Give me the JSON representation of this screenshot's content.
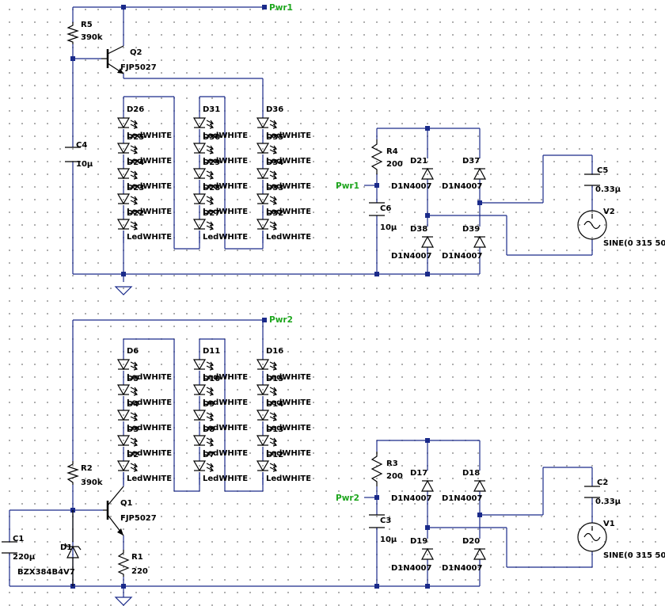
{
  "nets": {
    "pwr1": "Pwr1",
    "pwr2": "Pwr2"
  },
  "top": {
    "r5": {
      "ref": "R5",
      "val": "390k"
    },
    "q2": {
      "ref": "Q2",
      "val": "FJP5027"
    },
    "c4": {
      "ref": "C4",
      "val": "10µ"
    },
    "r4": {
      "ref": "R4",
      "val": "200"
    },
    "c6": {
      "ref": "C6",
      "val": "10µ"
    },
    "c5": {
      "ref": "C5",
      "val": "0.33µ"
    },
    "v2": {
      "ref": "V2",
      "val": "SINE(0 315 50)"
    },
    "d21": {
      "ref": "D21",
      "val": "D1N4007"
    },
    "d37": {
      "ref": "D37",
      "val": "D1N4007"
    },
    "d38": {
      "ref": "D38",
      "val": "D1N4007"
    },
    "d39": {
      "ref": "D39",
      "val": "D1N4007"
    },
    "led_cols": [
      {
        "labels": [
          "D26",
          "D25",
          "D24",
          "D23",
          "D22"
        ]
      },
      {
        "labels": [
          "D31",
          "D30",
          "D29",
          "D28",
          "D27"
        ]
      },
      {
        "labels": [
          "D36",
          "D35",
          "D34",
          "D33",
          "D32"
        ]
      }
    ]
  },
  "bottom": {
    "r2": {
      "ref": "R2",
      "val": "390k"
    },
    "q1": {
      "ref": "Q1",
      "val": "FJP5027"
    },
    "r1": {
      "ref": "R1",
      "val": "220"
    },
    "c1": {
      "ref": "C1",
      "val": "220µ"
    },
    "d1": {
      "ref": "D1",
      "val": "BZX384B4V7"
    },
    "r3": {
      "ref": "R3",
      "val": "200"
    },
    "c3": {
      "ref": "C3",
      "val": "10µ"
    },
    "c2": {
      "ref": "C2",
      "val": "0.33µ"
    },
    "v1": {
      "ref": "V1",
      "val": "SINE(0 315 50)"
    },
    "d17": {
      "ref": "D17",
      "val": "D1N4007"
    },
    "d18": {
      "ref": "D18",
      "val": "D1N4007"
    },
    "d19": {
      "ref": "D19",
      "val": "D1N4007"
    },
    "d20": {
      "ref": "D20",
      "val": "D1N4007"
    },
    "led_cols": [
      {
        "labels": [
          "D6",
          "D5",
          "D4",
          "D3",
          "D2"
        ]
      },
      {
        "labels": [
          "D11",
          "D10",
          "D9",
          "D8",
          "D7"
        ]
      },
      {
        "labels": [
          "D16",
          "D15",
          "D14",
          "D13",
          "D12"
        ]
      }
    ]
  },
  "led_model": "LedWHITE"
}
